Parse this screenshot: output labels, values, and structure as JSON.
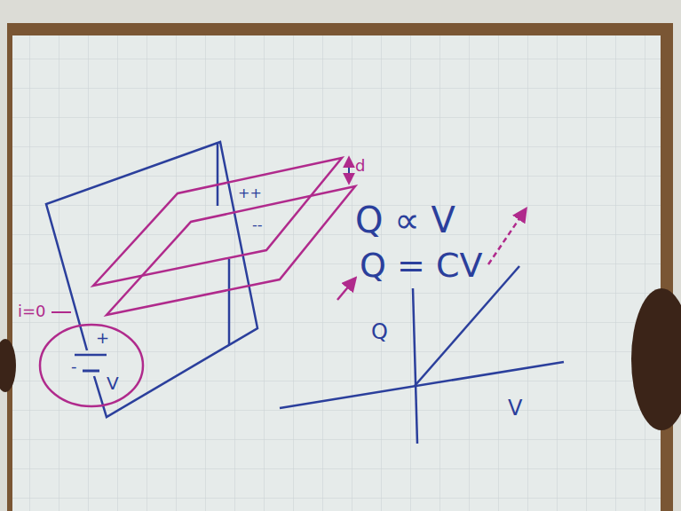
{
  "diagram": {
    "labels": [
      "d",
      "++",
      "--",
      "i=0",
      "+",
      "-",
      "V",
      "Q ∝ V",
      "Q = CV",
      "Q",
      "V"
    ]
  }
}
